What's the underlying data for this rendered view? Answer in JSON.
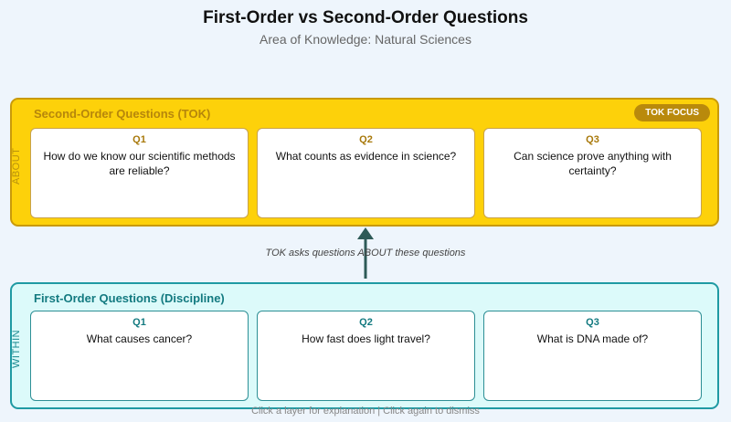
{
  "header": {
    "title": "First-Order vs Second-Order Questions",
    "subtitle": "Area of Knowledge: Natural Sciences"
  },
  "second_order": {
    "title": "Second-Order Questions (TOK)",
    "side_label": "ABOUT",
    "badge": "TOK FOCUS",
    "questions": [
      {
        "id": "Q1",
        "text": "How do we know our scientific methods are reliable?"
      },
      {
        "id": "Q2",
        "text": "What counts as evidence in science?"
      },
      {
        "id": "Q3",
        "text": "Can science prove anything with certainty?"
      }
    ]
  },
  "connector": {
    "label": "TOK asks questions ABOUT these questions"
  },
  "first_order": {
    "title": "First-Order Questions (Discipline)",
    "side_label": "WITHIN",
    "questions": [
      {
        "id": "Q1",
        "text": "What causes cancer?"
      },
      {
        "id": "Q2",
        "text": "How fast does light travel?"
      },
      {
        "id": "Q3",
        "text": "What is DNA made of?"
      }
    ]
  },
  "footer": {
    "hint": "Click a layer for explanation  |  Click again to dismiss"
  },
  "colors": {
    "second_fill": "#fdd10a",
    "second_border": "#c99a0a",
    "first_fill": "#dcfafa",
    "first_border": "#1f9aa3",
    "arrow": "#2e5a57"
  }
}
